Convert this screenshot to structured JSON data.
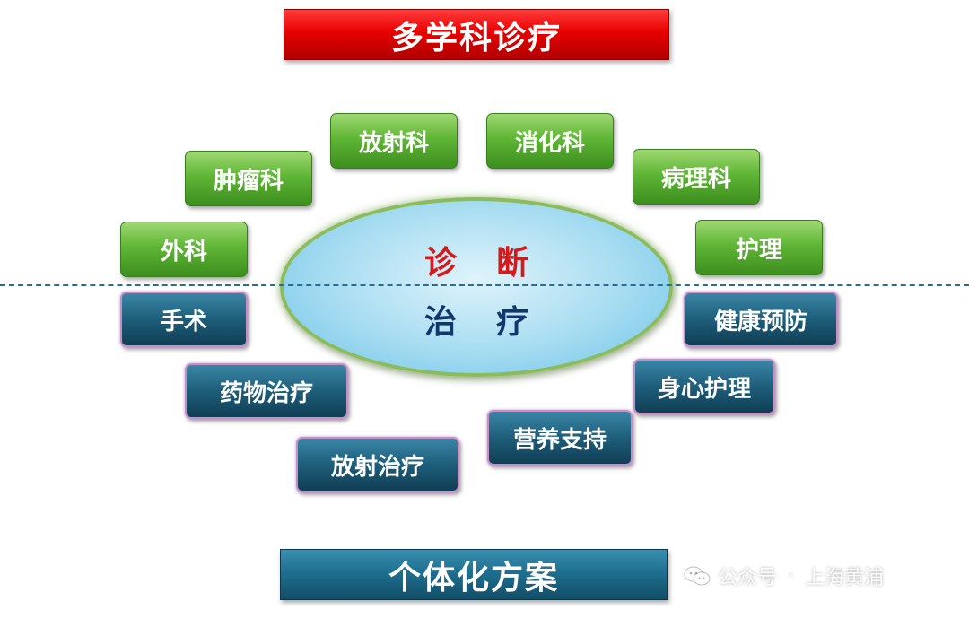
{
  "title": "多学科诊疗",
  "diagnosis_label": "诊断",
  "treatment_label": "治疗",
  "result": "个体化方案",
  "diagnosis_departments": [
    "外科",
    "肿瘤科",
    "放射科",
    "消化科",
    "病理科",
    "护理"
  ],
  "treatment_methods": [
    "手术",
    "药物治疗",
    "放射治疗",
    "营养支持",
    "身心护理",
    "健康预防"
  ],
  "watermark": {
    "prefix": "公众号",
    "separator": "·",
    "account": "上海黄浦"
  },
  "colors": {
    "title_red": "#e80000",
    "diagnosis_green": "#5fb636",
    "treatment_blue": "#1e5e7a",
    "diagnosis_text": "#d41a1a",
    "treatment_text": "#12376b"
  }
}
